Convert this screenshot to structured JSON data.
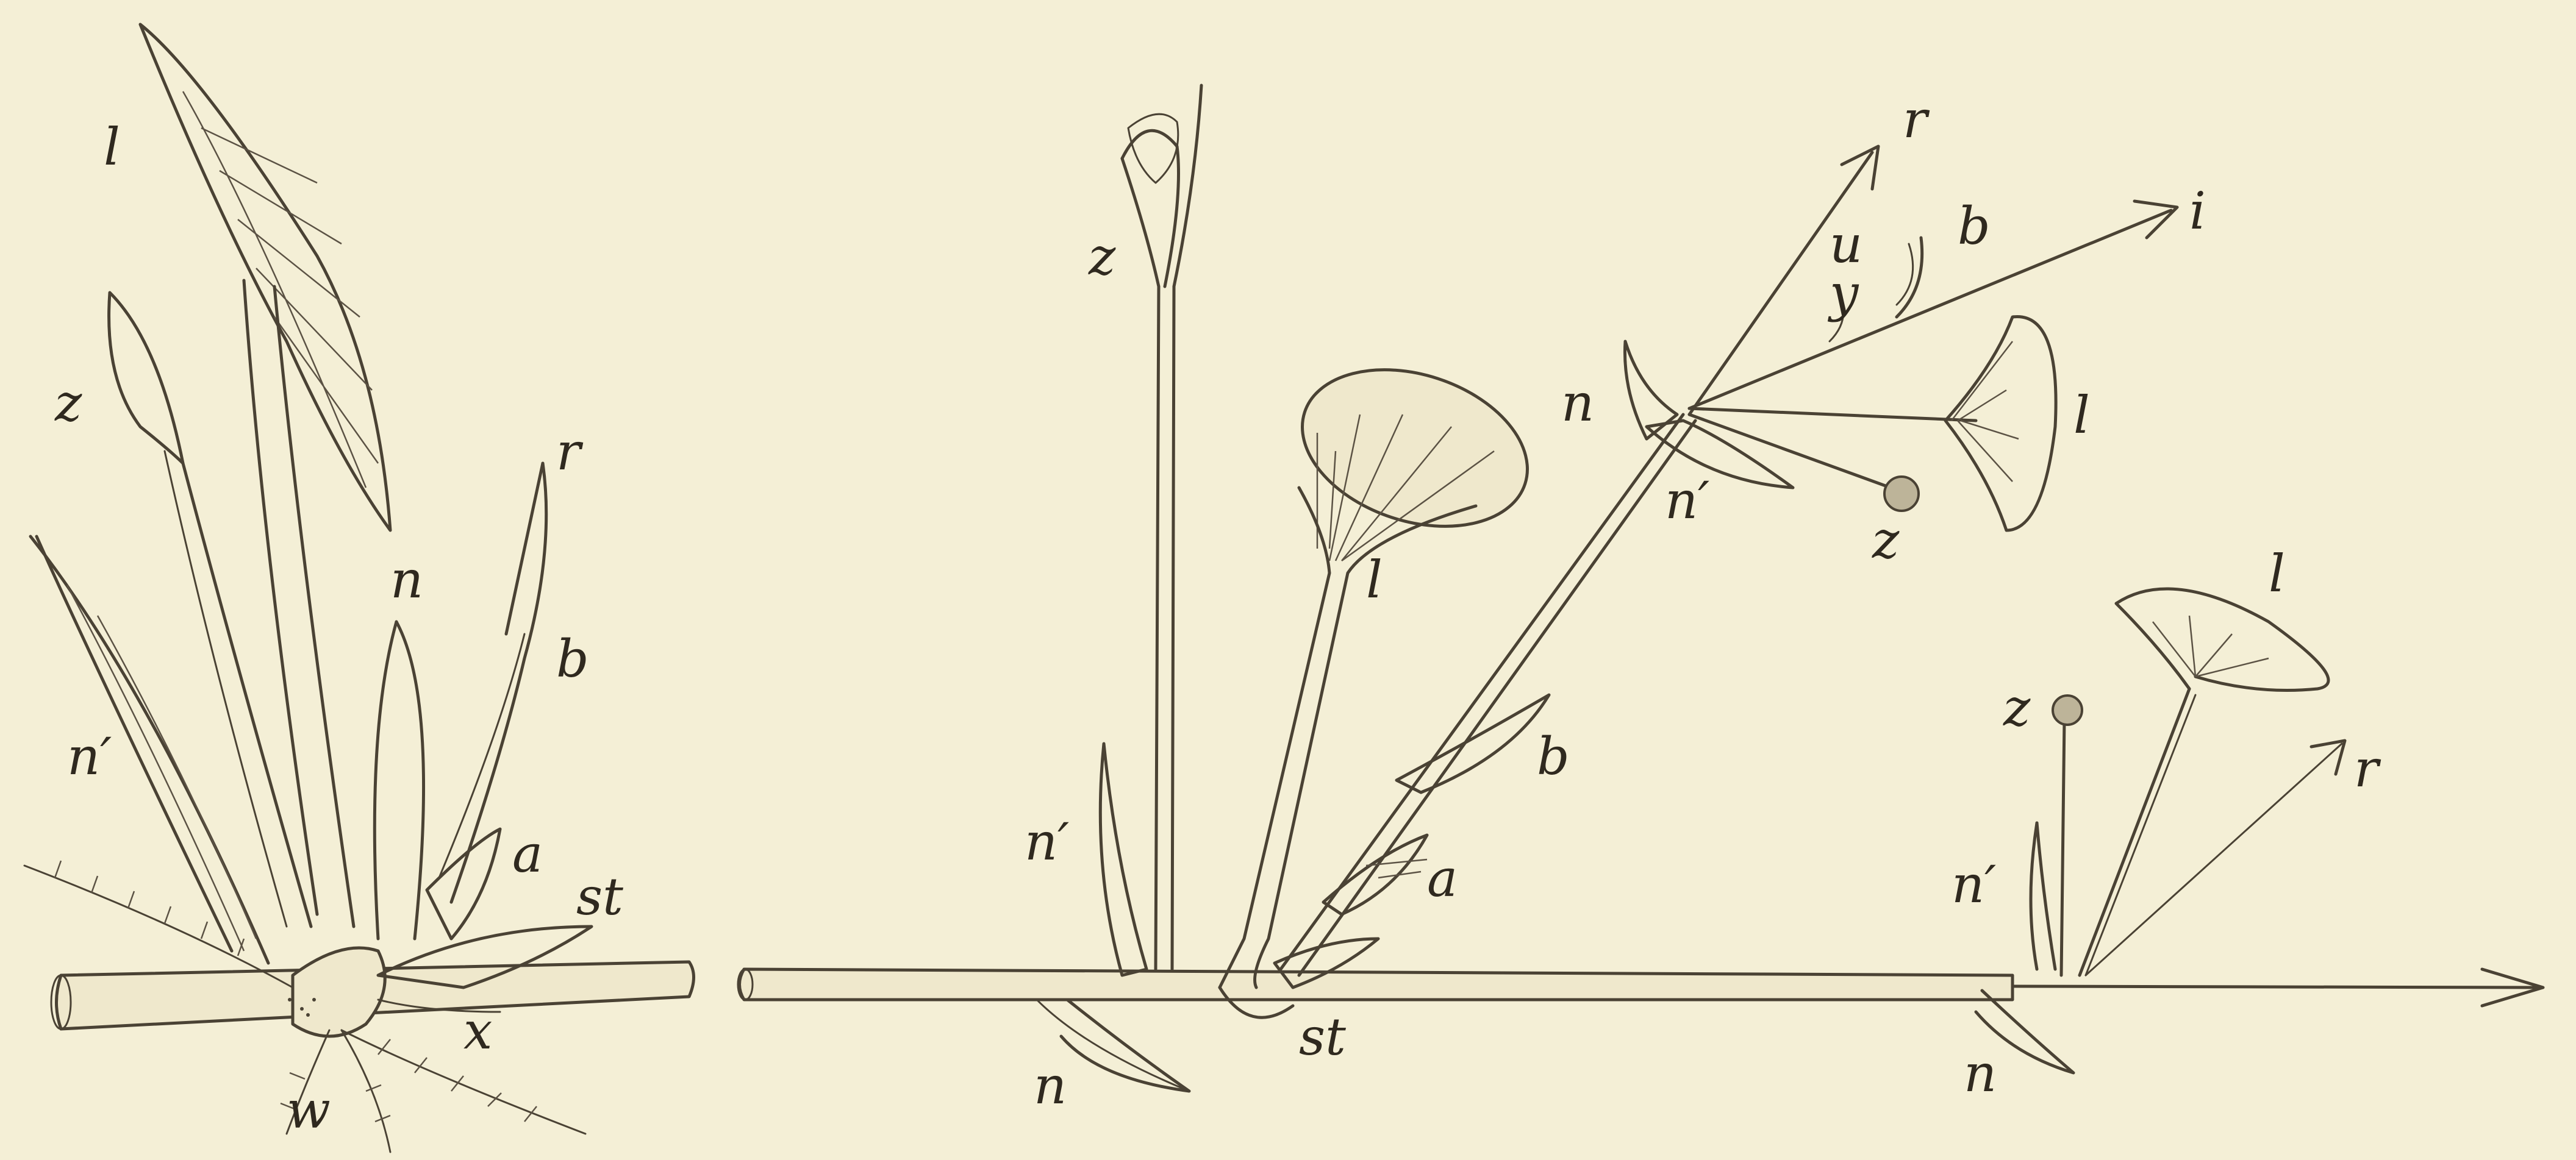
{
  "colors": {
    "paper": "#f4efd6",
    "ink": "#4a4234"
  },
  "labels": {
    "fig1": {
      "l": "l",
      "z": "z",
      "r": "r",
      "n": "n",
      "b": "b",
      "n_prime": "n′",
      "a": "a",
      "st": "st",
      "x": "x",
      "w": "w"
    },
    "fig2": {
      "z_top": "z",
      "l": "l",
      "n_prime": "n′",
      "n": "n",
      "st": "st",
      "b": "b",
      "a": "a"
    },
    "fig3": {
      "r": "r",
      "u": "u",
      "y": "y",
      "b": "b",
      "i": "i",
      "n": "n",
      "n_prime": "n′",
      "z": "z",
      "l": "l"
    },
    "fig4": {
      "l": "l",
      "z": "z",
      "n_prime": "n′",
      "r": "r",
      "n": "n"
    }
  }
}
